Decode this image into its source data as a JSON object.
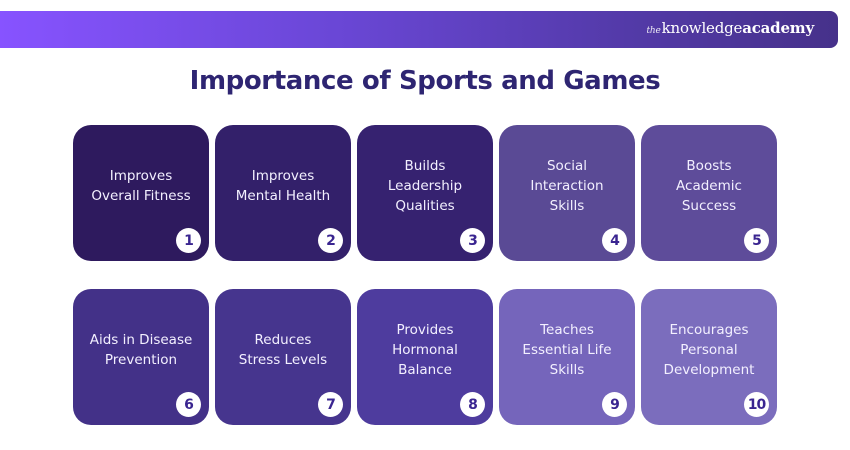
{
  "banner": {
    "logo": {
      "prefix": "the",
      "word1": "knowledge",
      "word2": "academy"
    },
    "gradient_start": "#8753ff",
    "gradient_end": "#46318a"
  },
  "title": "Importance of Sports and Games",
  "title_color": "#2e2572",
  "cards": [
    {
      "number": "1",
      "label": "Improves\nOverall Fitness",
      "color": "#2e1a5e"
    },
    {
      "number": "2",
      "label": "Improves\nMental Health",
      "color": "#33206a"
    },
    {
      "number": "3",
      "label": "Builds\nLeadership\nQualities",
      "color": "#362270"
    },
    {
      "number": "4",
      "label": "Social\nInteraction\nSkills",
      "color": "#5a4a95"
    },
    {
      "number": "5",
      "label": "Boosts\nAcademic\nSuccess",
      "color": "#5e4c9a"
    },
    {
      "number": "6",
      "label": "Aids in Disease\nPrevention",
      "color": "#433188"
    },
    {
      "number": "7",
      "label": "Reduces\nStress Levels",
      "color": "#46358e"
    },
    {
      "number": "8",
      "label": "Provides\nHormonal\nBalance",
      "color": "#4e3c9e"
    },
    {
      "number": "9",
      "label": "Teaches\nEssential Life\nSkills",
      "color": "#7565bb"
    },
    {
      "number": "10",
      "label": "Encourages\nPersonal\nDevelopment",
      "color": "#7b6dbd"
    }
  ]
}
